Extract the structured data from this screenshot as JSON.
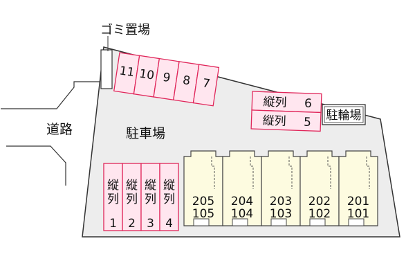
{
  "labels": {
    "garbage": "ゴミ置場",
    "road": "道路",
    "parking_lot": "駐車場",
    "bicycle_parking": "駐輪場"
  },
  "parking_top": [
    "11",
    "10",
    "9",
    "8",
    "7"
  ],
  "parking_right": [
    {
      "label": "縦列",
      "num": "6"
    },
    {
      "label": "縦列",
      "num": "5"
    }
  ],
  "parking_left": [
    {
      "label1": "縦",
      "label2": "列",
      "num": "1"
    },
    {
      "label1": "縦",
      "label2": "列",
      "num": "2"
    },
    {
      "label1": "縦",
      "label2": "列",
      "num": "3"
    },
    {
      "label1": "縦",
      "label2": "列",
      "num": "4"
    }
  ],
  "units": [
    {
      "upper": "205",
      "lower": "105"
    },
    {
      "upper": "204",
      "lower": "104"
    },
    {
      "upper": "203",
      "lower": "103"
    },
    {
      "upper": "202",
      "lower": "102"
    },
    {
      "upper": "201",
      "lower": "101"
    }
  ],
  "colors": {
    "lot": "#ededed",
    "outline": "#333333",
    "parking_fill": "#ffe6ef",
    "parking_stroke": "#e0265a",
    "unit_fill": "#fdfbe0",
    "unit_stroke": "#444444"
  }
}
